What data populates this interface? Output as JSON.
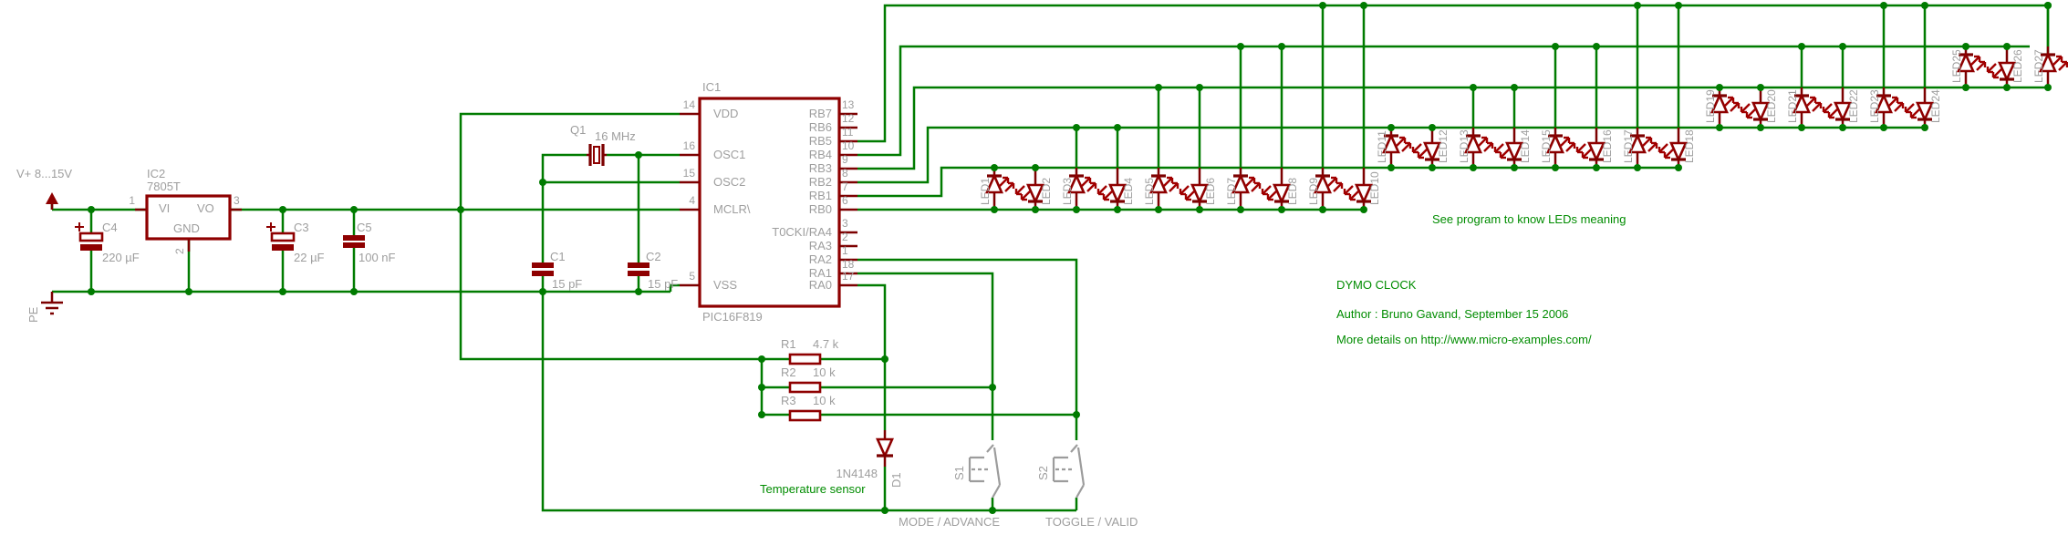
{
  "colors": {
    "wire_green": "#007b00",
    "symbol_maroon": "#8e0000",
    "label_gray": "#9e9e9e",
    "note_green": "#008c00",
    "background": "#ffffff"
  },
  "power": {
    "vplus_label": "V+ 8...15V",
    "pe_label": "PE"
  },
  "regulator": {
    "ref": "IC2",
    "value": "7805T",
    "vi": "VI",
    "vo": "VO",
    "gnd": "GND",
    "pin1": "1",
    "pin2": "2",
    "pin3": "3"
  },
  "capacitors": {
    "c4": {
      "ref": "C4",
      "value": "220 µF"
    },
    "c3": {
      "ref": "C3",
      "value": "22 µF"
    },
    "c5": {
      "ref": "C5",
      "value": "100 nF"
    },
    "c1": {
      "ref": "C1",
      "value": "15 pF"
    },
    "c2": {
      "ref": "C2",
      "value": "15 pF"
    }
  },
  "crystal": {
    "ref": "Q1",
    "value": "16 MHz"
  },
  "mcu": {
    "ref": "IC1",
    "value": "PIC16F819",
    "left_pins": [
      {
        "num": "14",
        "label": "VDD"
      },
      {
        "num": "16",
        "label": "OSC1"
      },
      {
        "num": "15",
        "label": "OSC2"
      },
      {
        "num": "4",
        "label": "MCLR\\"
      },
      {
        "num": "5",
        "label": "VSS"
      }
    ],
    "right_pins": [
      {
        "num": "13",
        "label": "RB7"
      },
      {
        "num": "12",
        "label": "RB6"
      },
      {
        "num": "11",
        "label": "RB5"
      },
      {
        "num": "10",
        "label": "RB4"
      },
      {
        "num": "9",
        "label": "RB3"
      },
      {
        "num": "8",
        "label": "RB2"
      },
      {
        "num": "7",
        "label": "RB1"
      },
      {
        "num": "6",
        "label": "RB0"
      },
      {
        "num": "3",
        "label": "T0CKI/RA4"
      },
      {
        "num": "2",
        "label": "RA3"
      },
      {
        "num": "1",
        "label": "RA2"
      },
      {
        "num": "18",
        "label": "RA1"
      },
      {
        "num": "17",
        "label": "RA0"
      }
    ]
  },
  "resistors": [
    {
      "ref": "R1",
      "value": "4.7 k"
    },
    {
      "ref": "R2",
      "value": "10 k"
    },
    {
      "ref": "R3",
      "value": "10 k"
    }
  ],
  "diode": {
    "ref": "D1",
    "value": "1N4148"
  },
  "switches": [
    {
      "ref": "S1",
      "caption": "MODE / ADVANCE"
    },
    {
      "ref": "S2",
      "caption": "TOGGLE / VALID"
    }
  ],
  "leds": [
    {
      "ref": "LED1"
    },
    {
      "ref": "LED2"
    },
    {
      "ref": "LED3"
    },
    {
      "ref": "LED4"
    },
    {
      "ref": "LED5"
    },
    {
      "ref": "LED6"
    },
    {
      "ref": "LED7"
    },
    {
      "ref": "LED8"
    },
    {
      "ref": "LED9"
    },
    {
      "ref": "LED10"
    },
    {
      "ref": "LED11"
    },
    {
      "ref": "LED12"
    },
    {
      "ref": "LED13"
    },
    {
      "ref": "LED14"
    },
    {
      "ref": "LED15"
    },
    {
      "ref": "LED16"
    },
    {
      "ref": "LED17"
    },
    {
      "ref": "LED18"
    },
    {
      "ref": "LED19"
    },
    {
      "ref": "LED20"
    },
    {
      "ref": "LED21"
    },
    {
      "ref": "LED22"
    },
    {
      "ref": "LED23"
    },
    {
      "ref": "LED24"
    },
    {
      "ref": "LED25"
    },
    {
      "ref": "LED26"
    },
    {
      "ref": "LED27"
    }
  ],
  "annotations": {
    "temp_sensor": "Temperature sensor",
    "leds_note": "See program to know LEDs meaning",
    "title": "DYMO CLOCK",
    "author": "Author : Bruno Gavand, September 15 2006",
    "details": "More details on http://www.micro-examples.com/"
  }
}
